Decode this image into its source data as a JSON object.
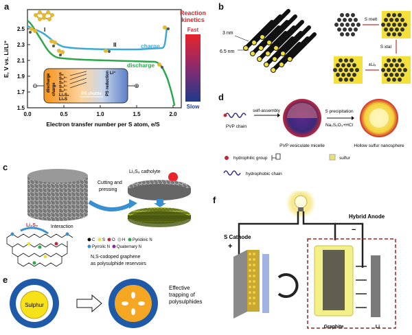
{
  "panel_labels": {
    "a": "a",
    "b": "b",
    "c": "c",
    "d": "d",
    "e": "e",
    "f": "f"
  },
  "panel_a": {
    "y_axis_label": "E, V vs. Li/Li⁺",
    "x_axis_label": "Electron transfer number per S atom, e/S",
    "y_ticks": [
      "2.5",
      "2.3",
      "2.1",
      "1.9",
      "1.7",
      "1.5"
    ],
    "x_ticks": [
      "0.0",
      "0.5",
      "1.0",
      "1.5",
      "2.0"
    ],
    "charge_label": "charge",
    "discharge_label": "discharge",
    "region_I": "I",
    "region_II": "II",
    "kinetics_title_line1": "Reaction",
    "kinetics_title_line2": "kinetics",
    "kinetics_fast": "Fast",
    "kinetics_slow": "Slow",
    "inset": {
      "discharge": "discharge",
      "charge": "charge",
      "species": [
        "S₈",
        "S₈²⁻",
        "S₆²⁻",
        "S₄²⁻",
        "S₃²⁻",
        "Li₂S₂",
        "Li₂S"
      ],
      "ps_reduction": "PS reduction",
      "ps_shuttle": "PS shuttle",
      "li_plus": "Li⁺",
      "minus": "⊖",
      "plus": "⊕"
    },
    "colors": {
      "charge": "#3fa8d6",
      "discharge": "#2aa84a"
    }
  },
  "panel_b": {
    "dim_3nm": "3 nm",
    "dim_65nm": "6.5 nm",
    "s_melt": "S melt",
    "s_xtal": "S xtal",
    "li_label": "±Liₓ"
  },
  "panel_c": {
    "catholyte": "Li₂S₈ catholyte",
    "cutting": "Cutting and",
    "pressing": "pressing",
    "interaction": "Interaction",
    "li2s8": "Li₂S₈",
    "legend": [
      "C",
      "S",
      "O",
      "H",
      "Pyridinic N",
      "Pyrrolic N",
      "Quaternary N"
    ],
    "caption_line1": "N,S-codoped graphene",
    "caption_line2": "as polysulphide reservoirs"
  },
  "panel_d": {
    "pvp_chain": "PVP chain",
    "self_assembly": "self-assembly",
    "micelle": "PVP vesiculate micelle",
    "s_precip": "S precipitation",
    "reagents": "Na₂S₂O₃+HCl",
    "hollow": "Hollow sulfur nanosphere",
    "hydrophilic": "hydrophilic group",
    "sulfur": "sulfur",
    "hydrophobic": "hydrophobic chain"
  },
  "panel_e": {
    "sulphur": "Sulphur",
    "effective_line1": "Effective",
    "effective_line2": "trapping of",
    "effective_line3": "polysulphides"
  },
  "panel_f": {
    "s_cathode": "S Cathode",
    "hybrid_anode": "Hybrid Anode",
    "plus": "+",
    "minus": "−",
    "graphite": "Graphite",
    "li": "Li"
  }
}
